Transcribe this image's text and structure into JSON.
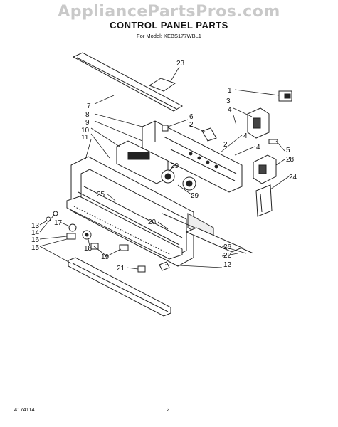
{
  "watermark": "AppliancePartsPros.com",
  "title": "CONTROL PANEL PARTS",
  "model_line": "For Model: KEBS177WBL1",
  "footer_left": "4174114",
  "footer_page": "2",
  "callouts": {
    "c1": "1",
    "c2a": "2",
    "c2b": "2",
    "c3": "3",
    "c4a": "4",
    "c4b": "4",
    "c4c": "4",
    "c5": "5",
    "c6": "6",
    "c7": "7",
    "c8": "8",
    "c9": "9",
    "c10": "10",
    "c11": "11",
    "c12": "12",
    "c13": "13",
    "c14": "14",
    "c15": "15",
    "c16": "16",
    "c17": "17",
    "c18": "18",
    "c19": "19",
    "c20": "20",
    "c21": "21",
    "c22": "22",
    "c23": "23",
    "c24": "24",
    "c25": "25",
    "c26": "26",
    "c28": "28",
    "c29a": "29",
    "c29b": "29"
  }
}
